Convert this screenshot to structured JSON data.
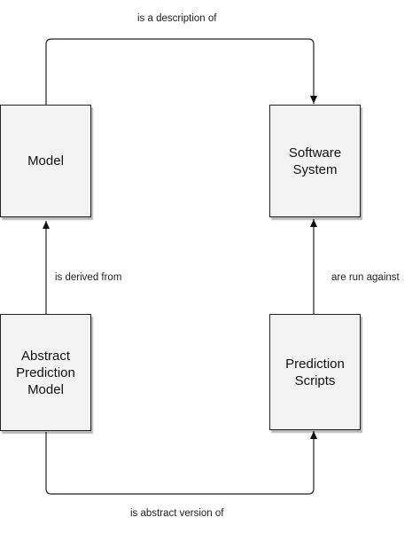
{
  "nodes": {
    "model": "Model",
    "software_system": "Software\nSystem",
    "abstract_prediction_model": "Abstract\nPrediction\nModel",
    "prediction_scripts": "Prediction\nScripts"
  },
  "edges": {
    "model_to_software_system": "is a description of",
    "abstract_to_model": "is derived from",
    "scripts_to_software_system": "are run against",
    "abstract_to_scripts": "is abstract version of"
  },
  "colors": {
    "node_fill": "#f3f3f3",
    "stroke": "#222222",
    "background": "#ffffff"
  }
}
